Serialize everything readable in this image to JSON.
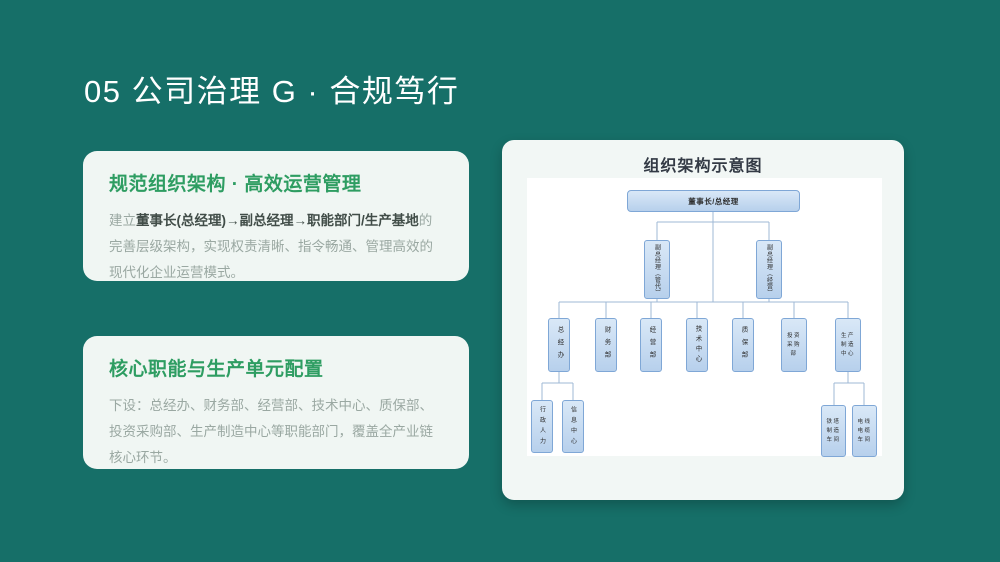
{
  "title": "05 公司治理 G · 合规笃行",
  "cards": [
    {
      "title": "规范组织架构 · 高效运营管理",
      "body_prefix": "建立",
      "body_bold": "董事长(总经理)→副总经理→职能部门/生产基地",
      "body_suffix": "的完善层级架构，实现权责清晰、指令畅通、管理高效的现代化企业运营模式。"
    },
    {
      "title": "核心职能与生产单元配置",
      "body": "下设：总经办、财务部、经营部、技术中心、质保部、投资采购部、生产制造中心等职能部门，覆盖全产业链核心环节。"
    }
  ],
  "org_chart": {
    "panel_title": "组织架构示意图",
    "root": "董事长/总经理",
    "vp_left": "副总经理（管代）",
    "vp_right": "副总经理（经营）",
    "departments": [
      "总经办",
      "财务部",
      "经营部",
      "技术中心",
      "质保部",
      "投资\n采购\n部",
      "生产\n制造\n中心"
    ],
    "sub_left": [
      "行政人力",
      "信息中心"
    ],
    "sub_right": [
      "铁塔\n制造\n车间",
      "电线\n电缆\n车间"
    ]
  },
  "colors": {
    "background": "#166f68",
    "card_bg": "#f0f6f3",
    "accent_green": "#2e9d62",
    "panel_bg": "#f2f7f5",
    "node_border": "#7fa7d6",
    "node_fill_top": "#d9e8f7",
    "node_fill_bottom": "#b7d0ec",
    "connector": "#9fb9d6"
  }
}
